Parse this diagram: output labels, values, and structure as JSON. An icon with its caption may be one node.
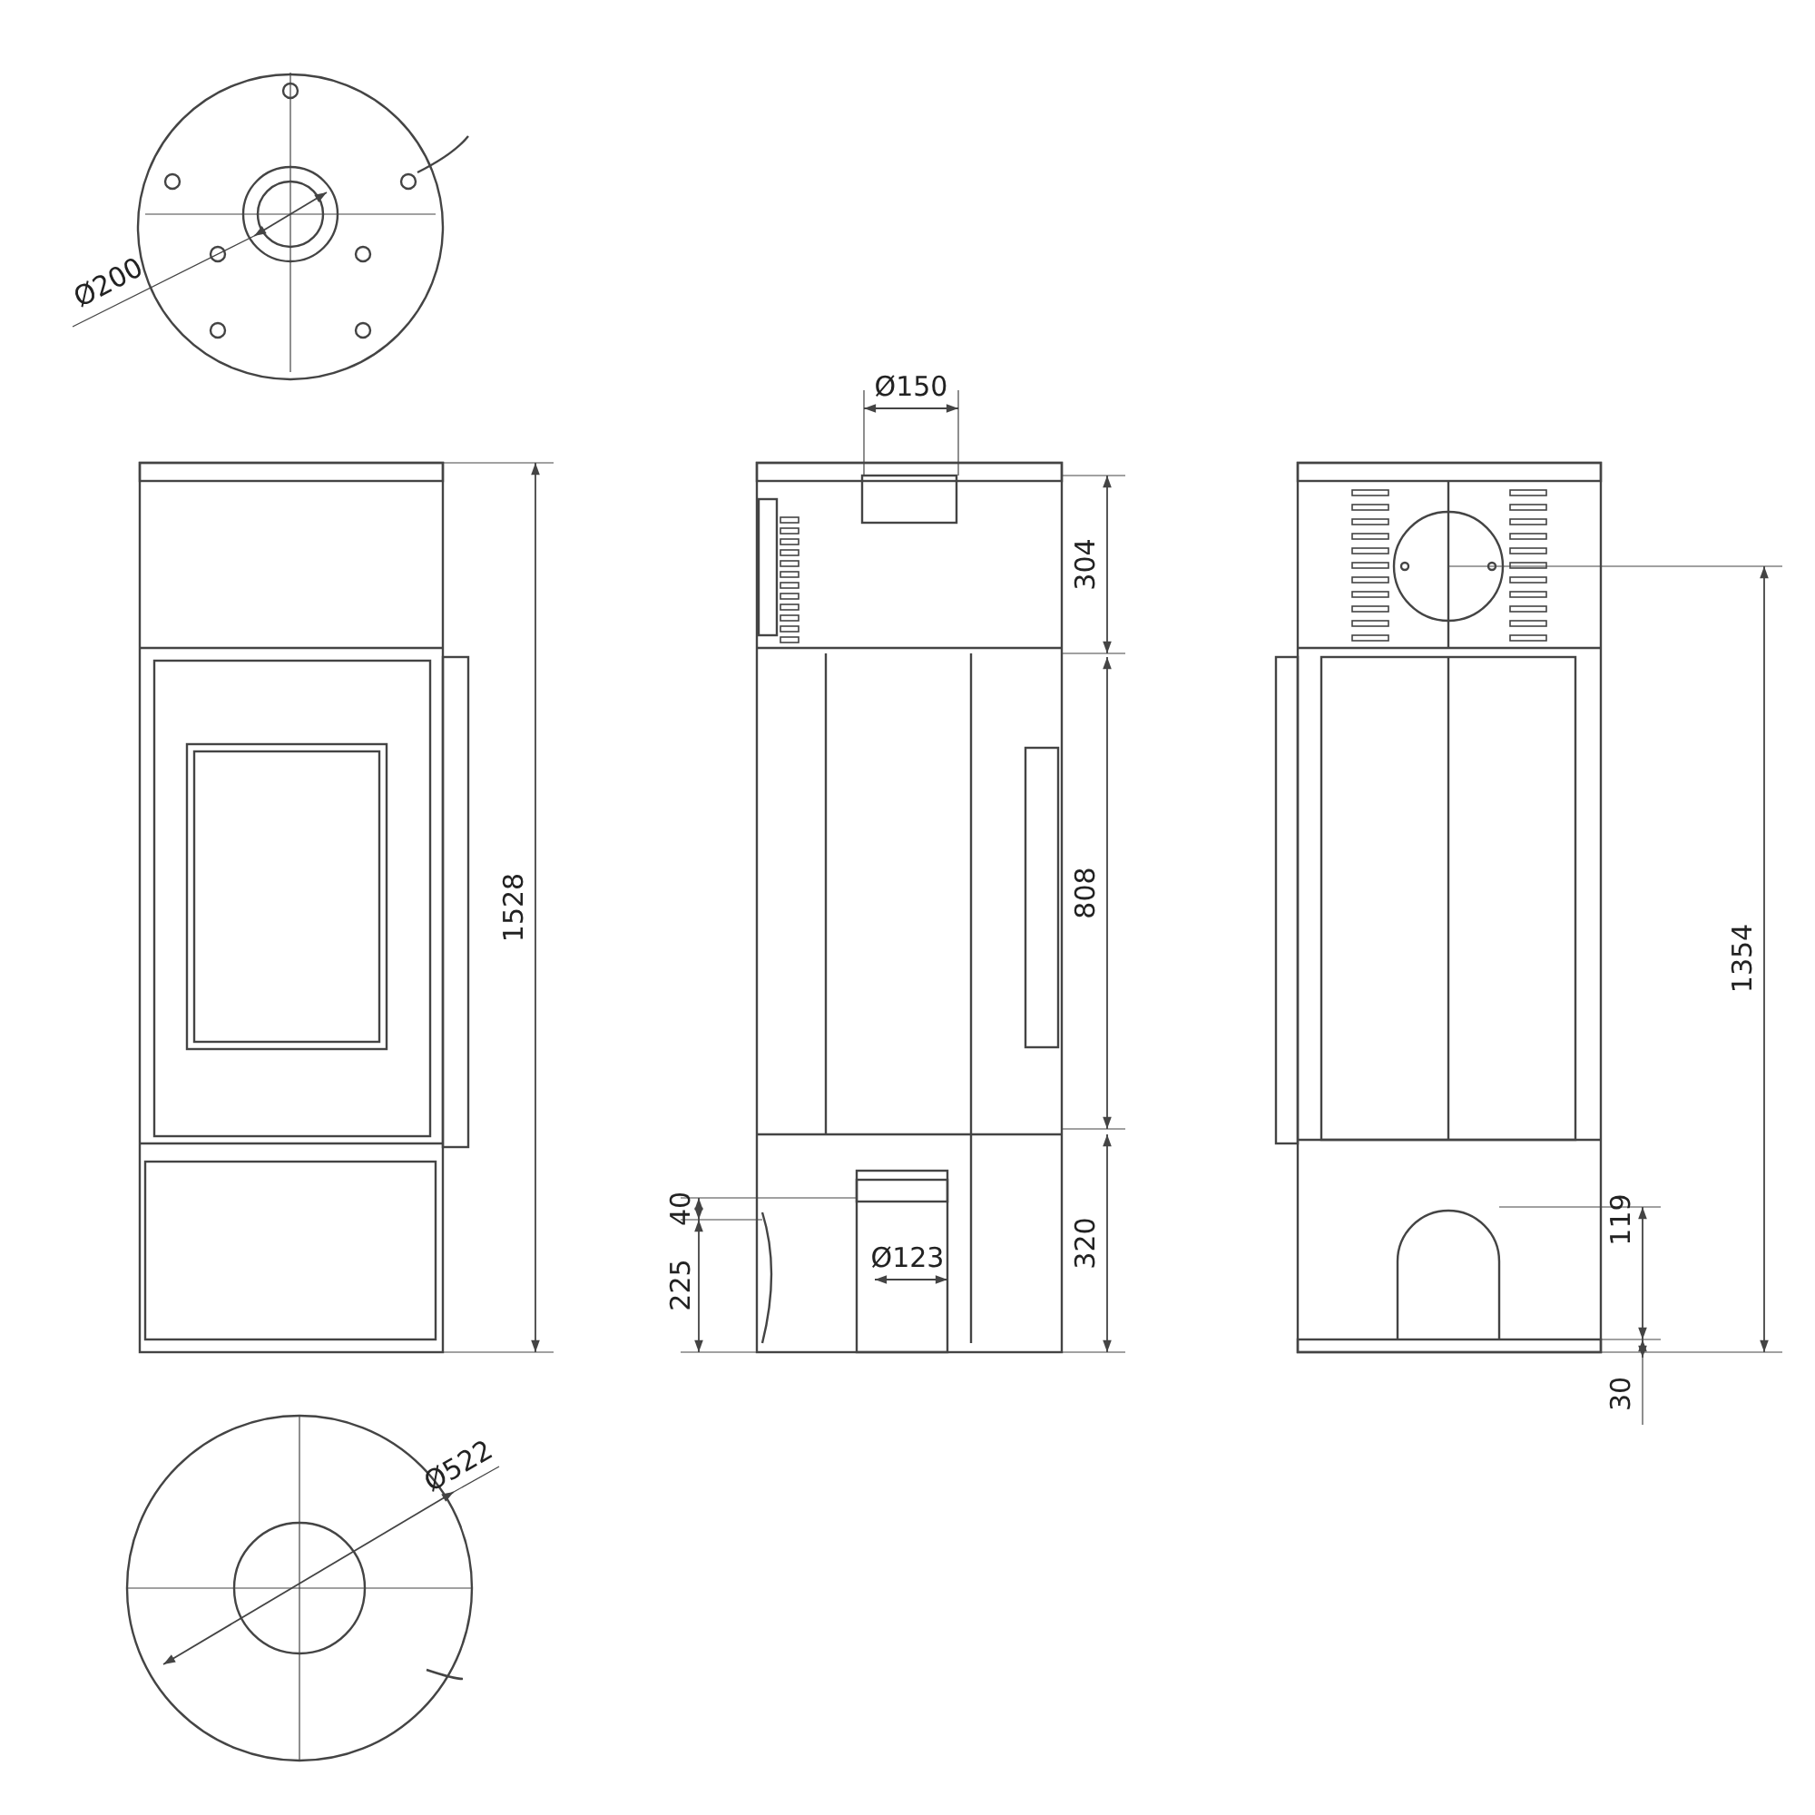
{
  "diagram": {
    "labels": [
      "Ø200",
      "Ø150",
      "304",
      "1528",
      "808",
      "1354",
      "40",
      "Ø123",
      "320",
      "119",
      "225",
      "30",
      "Ø522"
    ]
  }
}
